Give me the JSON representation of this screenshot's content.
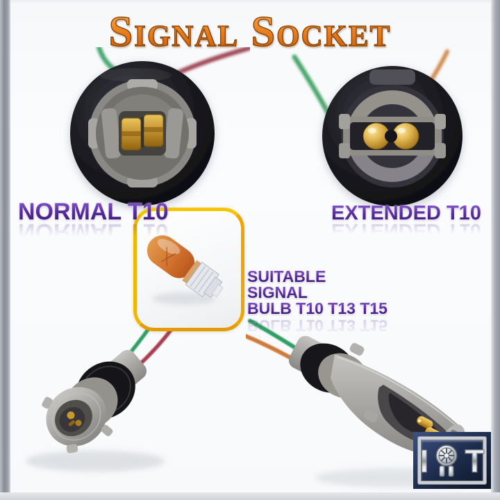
{
  "header": {
    "title": "Signal Socket"
  },
  "sockets": {
    "top_left_label": "NORMAL T10",
    "top_right_label": "EXTENDED T10"
  },
  "bulb_note": {
    "line1": "SUITABLE",
    "line2": "SIGNAL",
    "line3": "BULB T10 T13 T15"
  },
  "logo": {
    "letter_left": "I",
    "letter_right": "T"
  },
  "icons": {
    "logo_middle": "wheel-icon"
  },
  "photos": {
    "top_left": "normal-t10-socket-front-view",
    "top_right": "extended-t10-socket-front-view",
    "center": "amber-t10-wedge-bulb",
    "bottom_left": "normal-t10-socket-side-view",
    "bottom_right": "extended-t10-socket-side-view"
  },
  "colors": {
    "title_orange": "#e07818",
    "label_purple": "#5a2da0",
    "box_gold": "#f2b600",
    "wire_green": "#3aa06a",
    "wire_red": "#a83e50",
    "wire_orange": "#cf7a3a",
    "brass": "#c08a28",
    "socket_grey": "#a8a6a2",
    "ring_black": "#17171c",
    "logo_navy": "#1c2a49"
  }
}
